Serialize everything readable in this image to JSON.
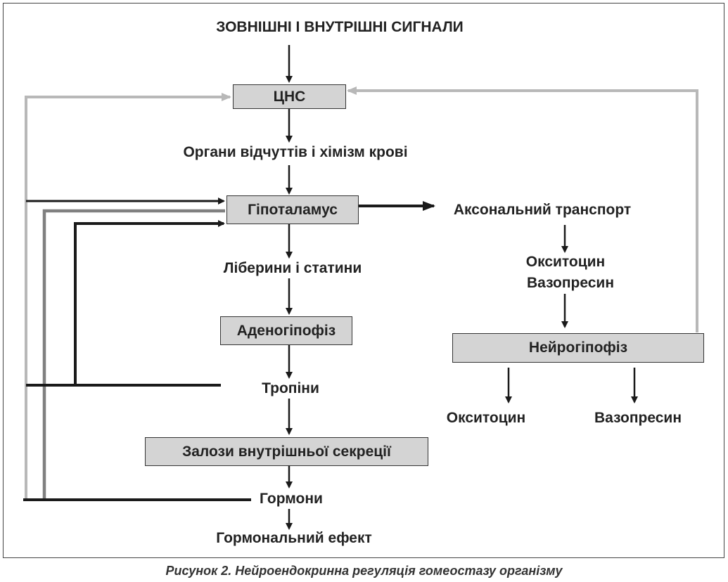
{
  "diagram": {
    "signals": "ЗОВНІШНІ І ВНУТРІШНІ СИГНАЛИ",
    "cns": "ЦНС",
    "senses": "Органи відчуттів і хімізм крові",
    "hypothalamus": "Гіпоталамус",
    "axonal_transport": "Аксональний транспорт",
    "liberins": "Ліберини і статини",
    "adenohypophysis": "Аденогіпофіз",
    "tropins": "Тропіни",
    "glands": "Залози внутрішньої секреції",
    "hormones": "Гормони",
    "hormonal_effect": "Гормональний ефект",
    "oxytocin_top": "Окситоцин",
    "vasopressin_top": "Вазопресин",
    "neurohypophysis": "Нейрогіпофіз",
    "oxytocin_bottom": "Окситоцин",
    "vasopressin_bottom": "Вазопресин"
  },
  "caption": "Рисунок 2. Нейроендокринна регуляція гомеостазу організму",
  "colors": {
    "box_fill": "#d4d4d4",
    "arrow_black": "#1a1a1a",
    "feedback_light": "#b8b8b8",
    "feedback_mid": "#808080"
  }
}
